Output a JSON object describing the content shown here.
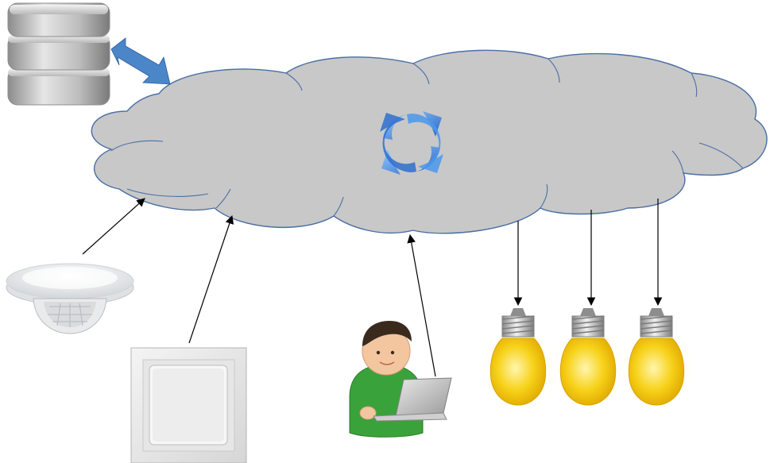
{
  "diagram": {
    "title": "",
    "nodes": {
      "database": {
        "label": ""
      },
      "cloud": {
        "label": ""
      },
      "sync": {
        "label": ""
      },
      "motion_sensor": {
        "label": ""
      },
      "wall_switch": {
        "label": ""
      },
      "user": {
        "label": ""
      },
      "lamps": [
        {
          "label": ""
        },
        {
          "label": ""
        },
        {
          "label": ""
        }
      ]
    },
    "connections": [
      {
        "from": "database",
        "to": "cloud",
        "style": "bidirectional"
      },
      {
        "from": "motion_sensor",
        "to": "cloud",
        "style": "arrow"
      },
      {
        "from": "wall_switch",
        "to": "cloud",
        "style": "arrow"
      },
      {
        "from": "user",
        "to": "cloud",
        "style": "arrow"
      },
      {
        "from": "cloud",
        "to": "lamp-1",
        "style": "arrow"
      },
      {
        "from": "cloud",
        "to": "lamp-2",
        "style": "arrow"
      },
      {
        "from": "cloud",
        "to": "lamp-3",
        "style": "arrow"
      }
    ]
  },
  "colors": {
    "cloud_fill": "#c8c8c8",
    "cloud_stroke": "#4a6fa5",
    "sync_blue": "#3a78d8",
    "db_arrow": "#4a86c8",
    "bulb_yellow": "#f5c400",
    "shirt_green": "#3aa23a"
  },
  "icons": [
    "database-icon",
    "cloud-icon",
    "sync-icon",
    "motion-sensor-icon",
    "wall-switch-icon",
    "user-icon",
    "laptop-icon",
    "light-bulb-icon"
  ]
}
